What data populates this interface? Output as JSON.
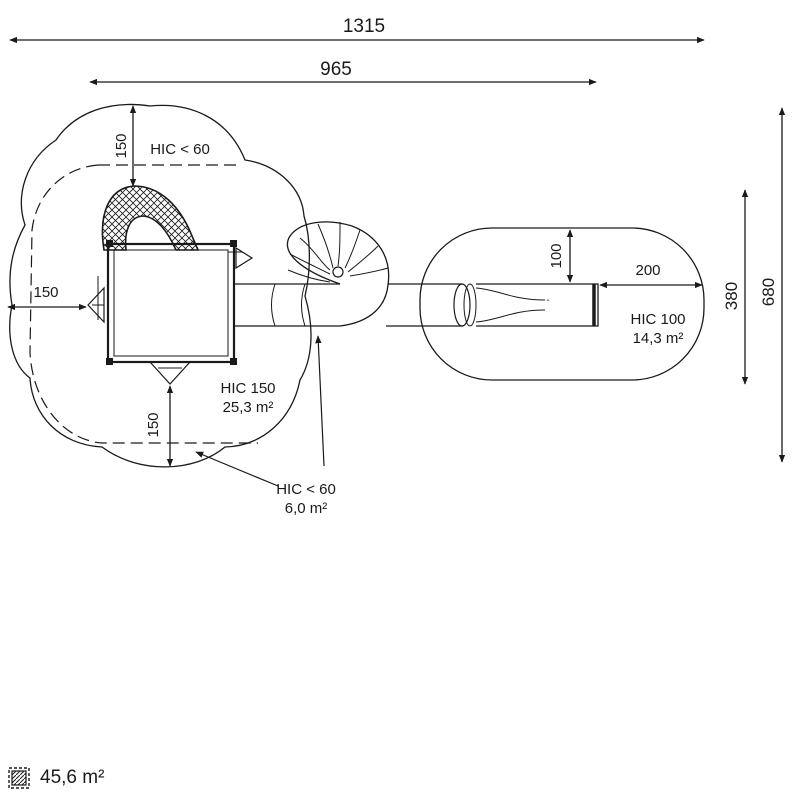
{
  "dimensions": {
    "overall_width": "1315",
    "equipment_width": "965",
    "overall_depth": "680",
    "slide_zone_depth": "380",
    "clearance_top": "150",
    "clearance_left": "150",
    "clearance_bottom": "150",
    "slide_exit_offset": "100",
    "slide_runout": "200"
  },
  "zones": {
    "hic_top_label": "HIC < 60",
    "hic150_label": "HIC 150",
    "hic150_area": "25,3 m²",
    "hic60_label": "HIC < 60",
    "hic60_area": "6,0 m²",
    "hic100_label": "HIC 100",
    "hic100_area": "14,3 m²"
  },
  "slide_mark": "-",
  "legend": {
    "icon": "hatched-square-icon",
    "total_area": "45,6 m²"
  },
  "colors": {
    "line": "#1a1a1a",
    "background": "#ffffff"
  }
}
